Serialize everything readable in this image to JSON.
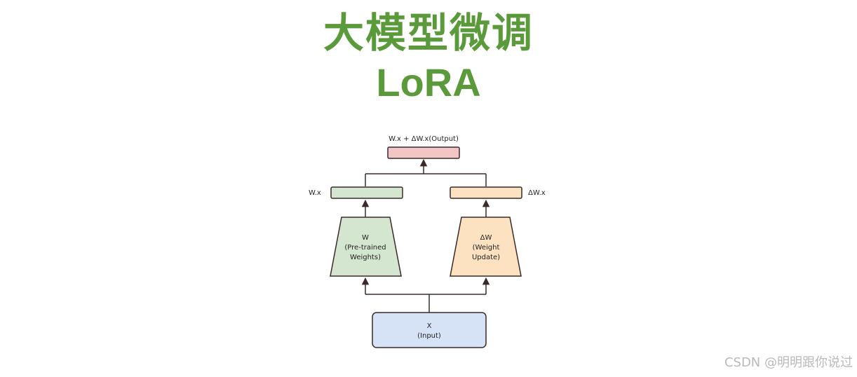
{
  "title": {
    "chinese": "大模型微调",
    "english": "LoRA"
  },
  "diagram": {
    "output_label": "W.x + ΔW.x(Output)",
    "left_output_label": "W.x",
    "right_output_label": "ΔW.x",
    "pretrained_block": [
      "W",
      "(Pre-trained",
      "Weights)"
    ],
    "update_block": [
      "ΔW",
      "(Weight",
      "Update)"
    ],
    "input_block": [
      "X",
      "(Input)"
    ]
  },
  "colors": {
    "title": "#5b9a3a",
    "output_box": "#f2c6c4",
    "pretrained": "#d4e6d0",
    "update": "#fde2c2",
    "input": "#d6e3f7",
    "stroke": "#3a2a2a"
  },
  "watermark": "CSDN @明明跟你说过"
}
